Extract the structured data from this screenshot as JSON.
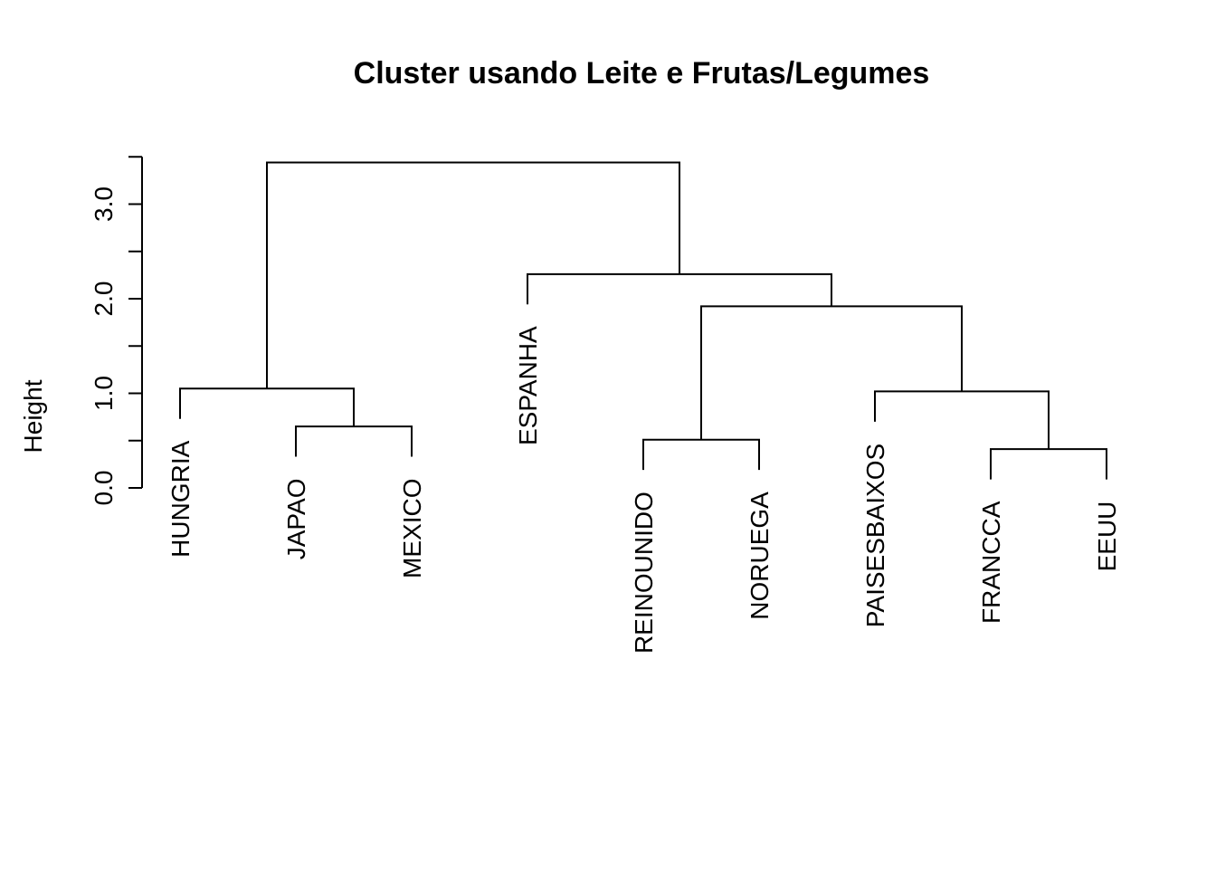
{
  "chart_data": {
    "type": "dendrogram",
    "title": "Cluster usando Leite e Frutas/Legumes",
    "ylabel": "Height",
    "ylim": [
      0,
      3.5
    ],
    "yticks": [
      0.0,
      0.5,
      1.0,
      1.5,
      2.0,
      2.5,
      3.0,
      3.5
    ],
    "ytick_labels": [
      {
        "value": 0.0,
        "label": "0.0"
      },
      {
        "value": 1.0,
        "label": "1.0"
      },
      {
        "value": 2.0,
        "label": "2.0"
      },
      {
        "value": 3.0,
        "label": "3.0"
      }
    ],
    "leaves": [
      "HUNGRIA",
      "JAPAO",
      "MEXICO",
      "ESPANHA",
      "REINOUNIDO",
      "NORUEGA",
      "PAISESBAIXOS",
      "FRANCCA",
      "EEUU"
    ],
    "merges": [
      {
        "id": "m1",
        "left": "JAPAO",
        "right": "MEXICO",
        "height": 0.65
      },
      {
        "id": "m2",
        "left": "FRANCCA",
        "right": "EEUU",
        "height": 0.41
      },
      {
        "id": "m3",
        "left": "REINOUNIDO",
        "right": "NORUEGA",
        "height": 0.51
      },
      {
        "id": "m4",
        "left": "PAISESBAIXOS",
        "right": "m2",
        "height": 1.02
      },
      {
        "id": "m5",
        "left": "HUNGRIA",
        "right": "m1",
        "height": 1.05
      },
      {
        "id": "m6",
        "left": "m3",
        "right": "m4",
        "height": 1.92
      },
      {
        "id": "m7",
        "left": "ESPANHA",
        "right": "m6",
        "height": 2.26
      },
      {
        "id": "m8",
        "left": "m5",
        "right": "m7",
        "height": 3.44
      }
    ]
  },
  "colors": {
    "line": "#000000",
    "background": "#ffffff"
  }
}
